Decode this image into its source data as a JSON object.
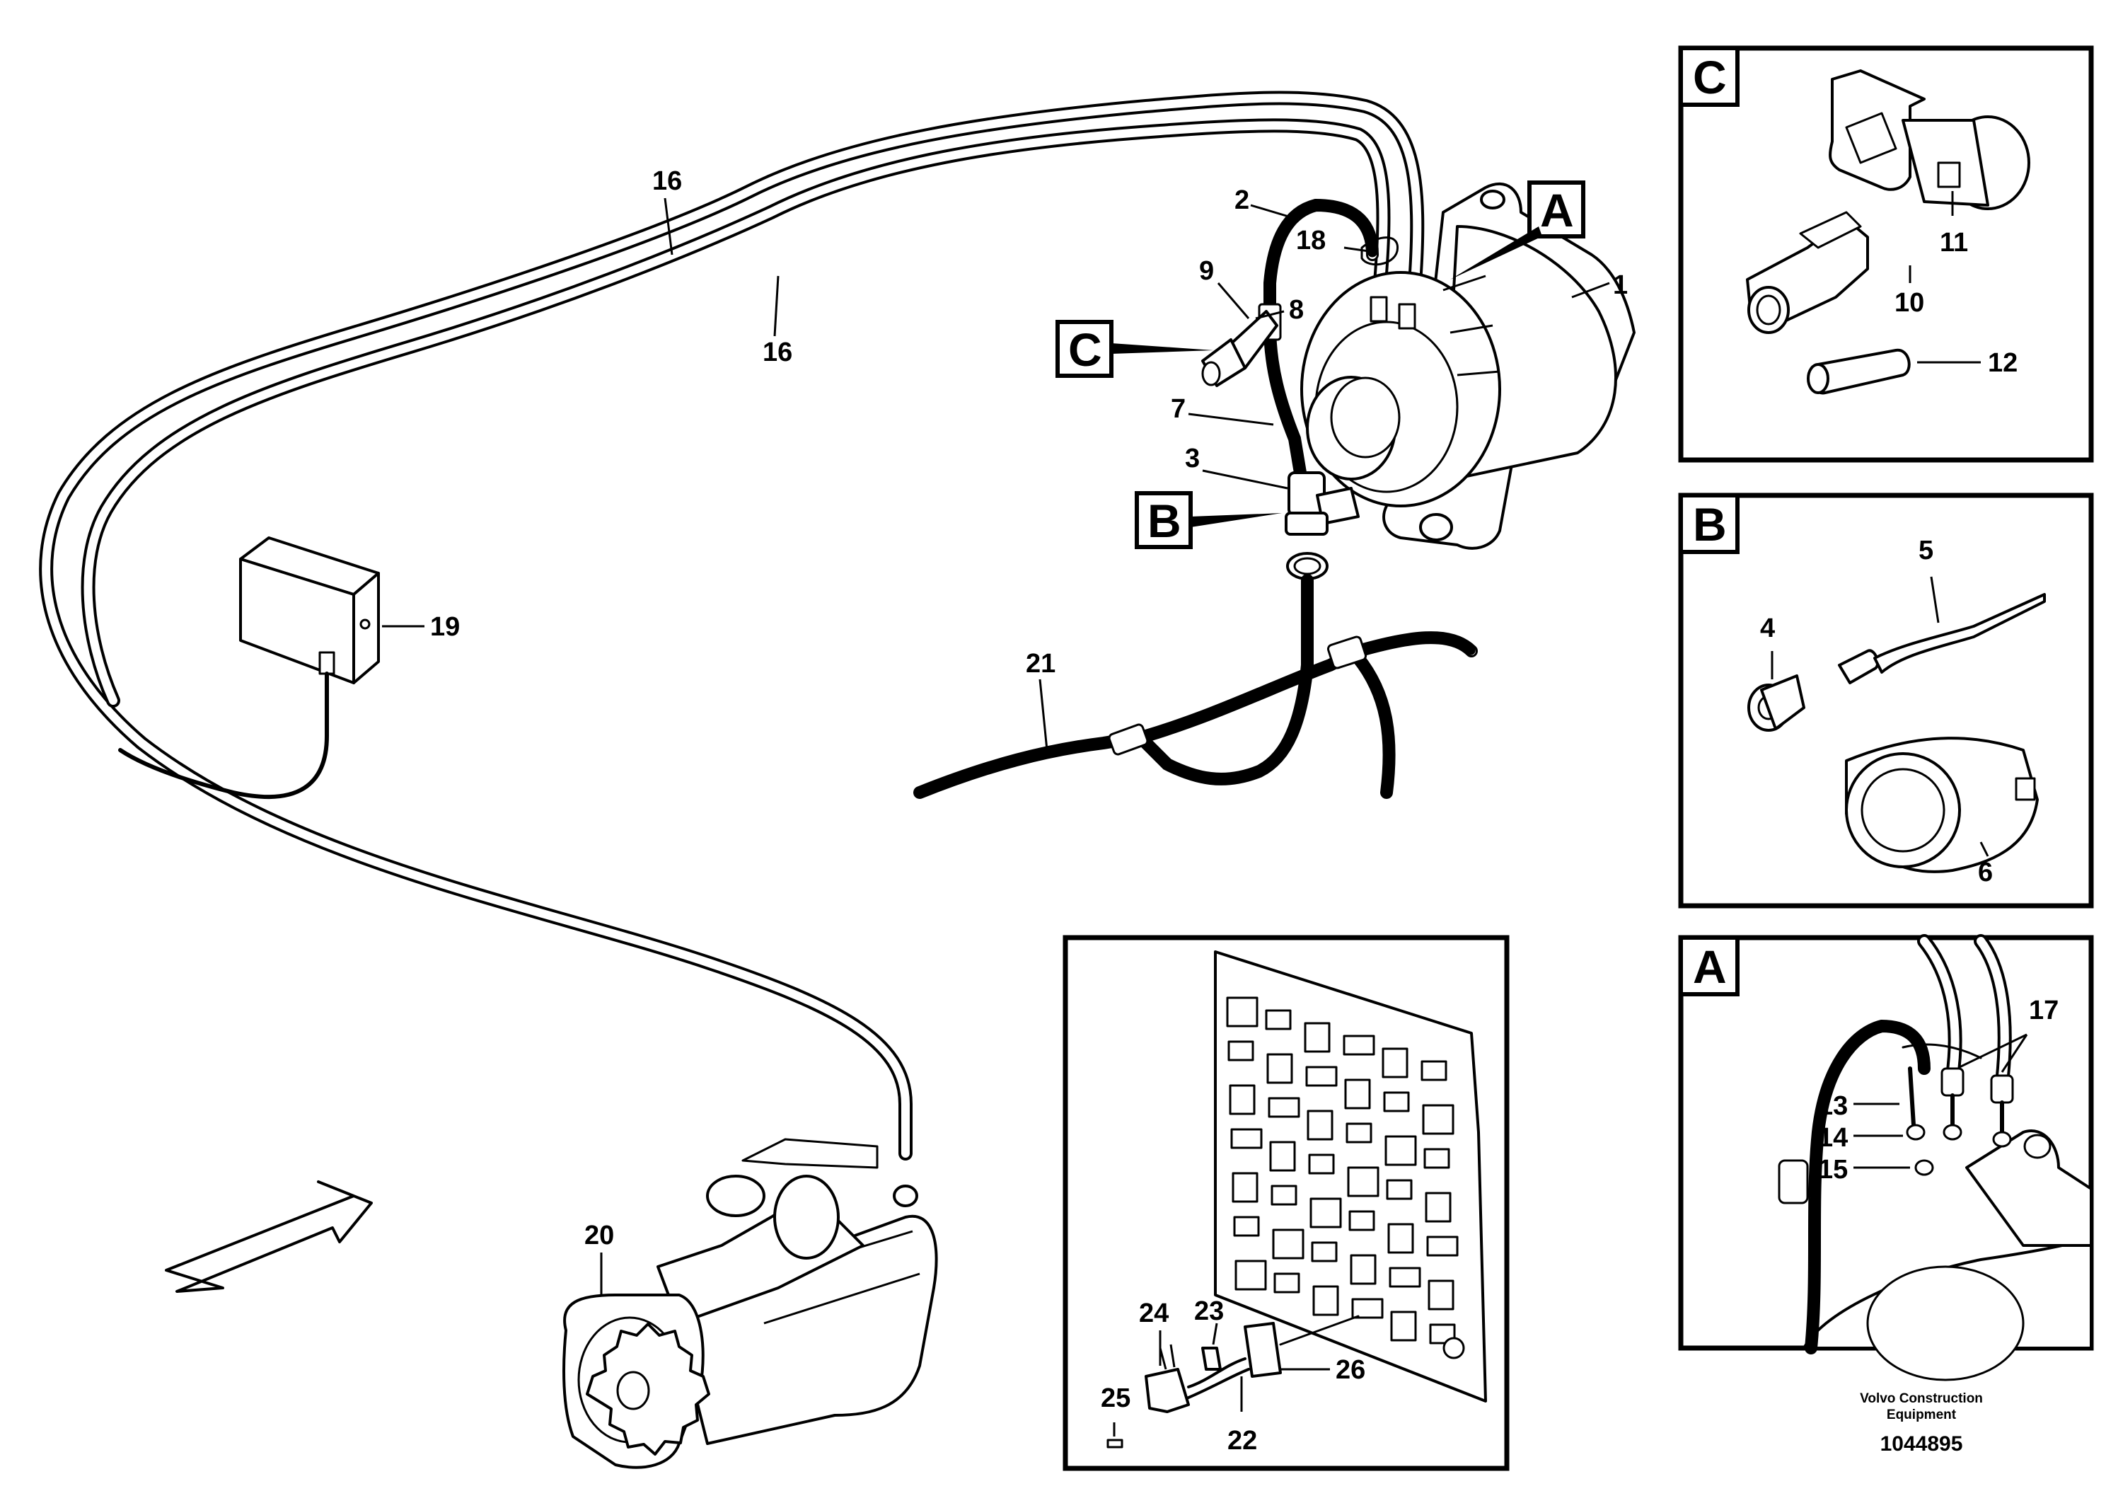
{
  "part_labels": {
    "p1": "1",
    "p2": "2",
    "p3": "3",
    "p4": "4",
    "p5": "5",
    "p6": "6",
    "p7": "7",
    "p8": "8",
    "p9": "9",
    "p10": "10",
    "p11": "11",
    "p12": "12",
    "p13": "13",
    "p14": "14",
    "p15": "15",
    "p16a": "16",
    "p16b": "16",
    "p17": "17",
    "p18": "18",
    "p19": "19",
    "p20": "20",
    "p21": "21",
    "p22": "22",
    "p23": "23",
    "p24": "24",
    "p25": "25",
    "p26": "26"
  },
  "callouts": {
    "a_main": "A",
    "b_main": "B",
    "c_main": "C",
    "a_detail": "A",
    "b_detail": "B",
    "c_detail": "C"
  },
  "footer": {
    "manufacturer_line1": "Volvo Construction",
    "manufacturer_line2": "Equipment",
    "document_number": "1044895"
  }
}
